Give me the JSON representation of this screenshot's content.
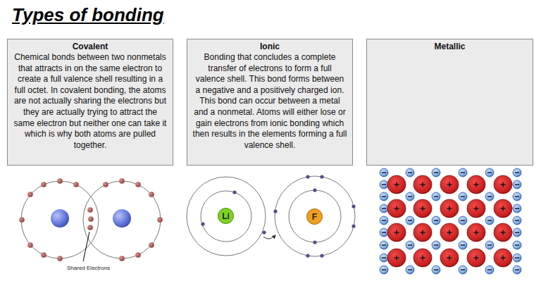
{
  "diagram": {
    "title": "Types of bonding",
    "nodes": [
      {
        "text": [
          "Covalent",
          "Chemical bonds between two nonmetals that attracts in on the same electron to create a full valence shell resulting in a full octet. In covalent bonding, the atoms are not actually sharing the electrons but they are actually trying to attract the same electron but neither one can take it which is why both atoms are pulled together."
        ]
      },
      {
        "text": [
          "Ionic",
          "Bonding that concludes a complete transfer of electrons to form a full valence shell. This bond forms between a negative and a positively charged ion. This bond can occur between a metal and a nonmetal. Atoms will either lose or gain electrons from ionic bonding which then results in the elements forming a full valence shell."
        ]
      },
      {
        "text": [
          "Metallic"
        ]
      },
      {
        "text": [
          "Li"
        ]
      },
      {
        "text": [
          "F"
        ]
      }
    ],
    "labels": [
      "Shared Electrons"
    ]
  }
}
